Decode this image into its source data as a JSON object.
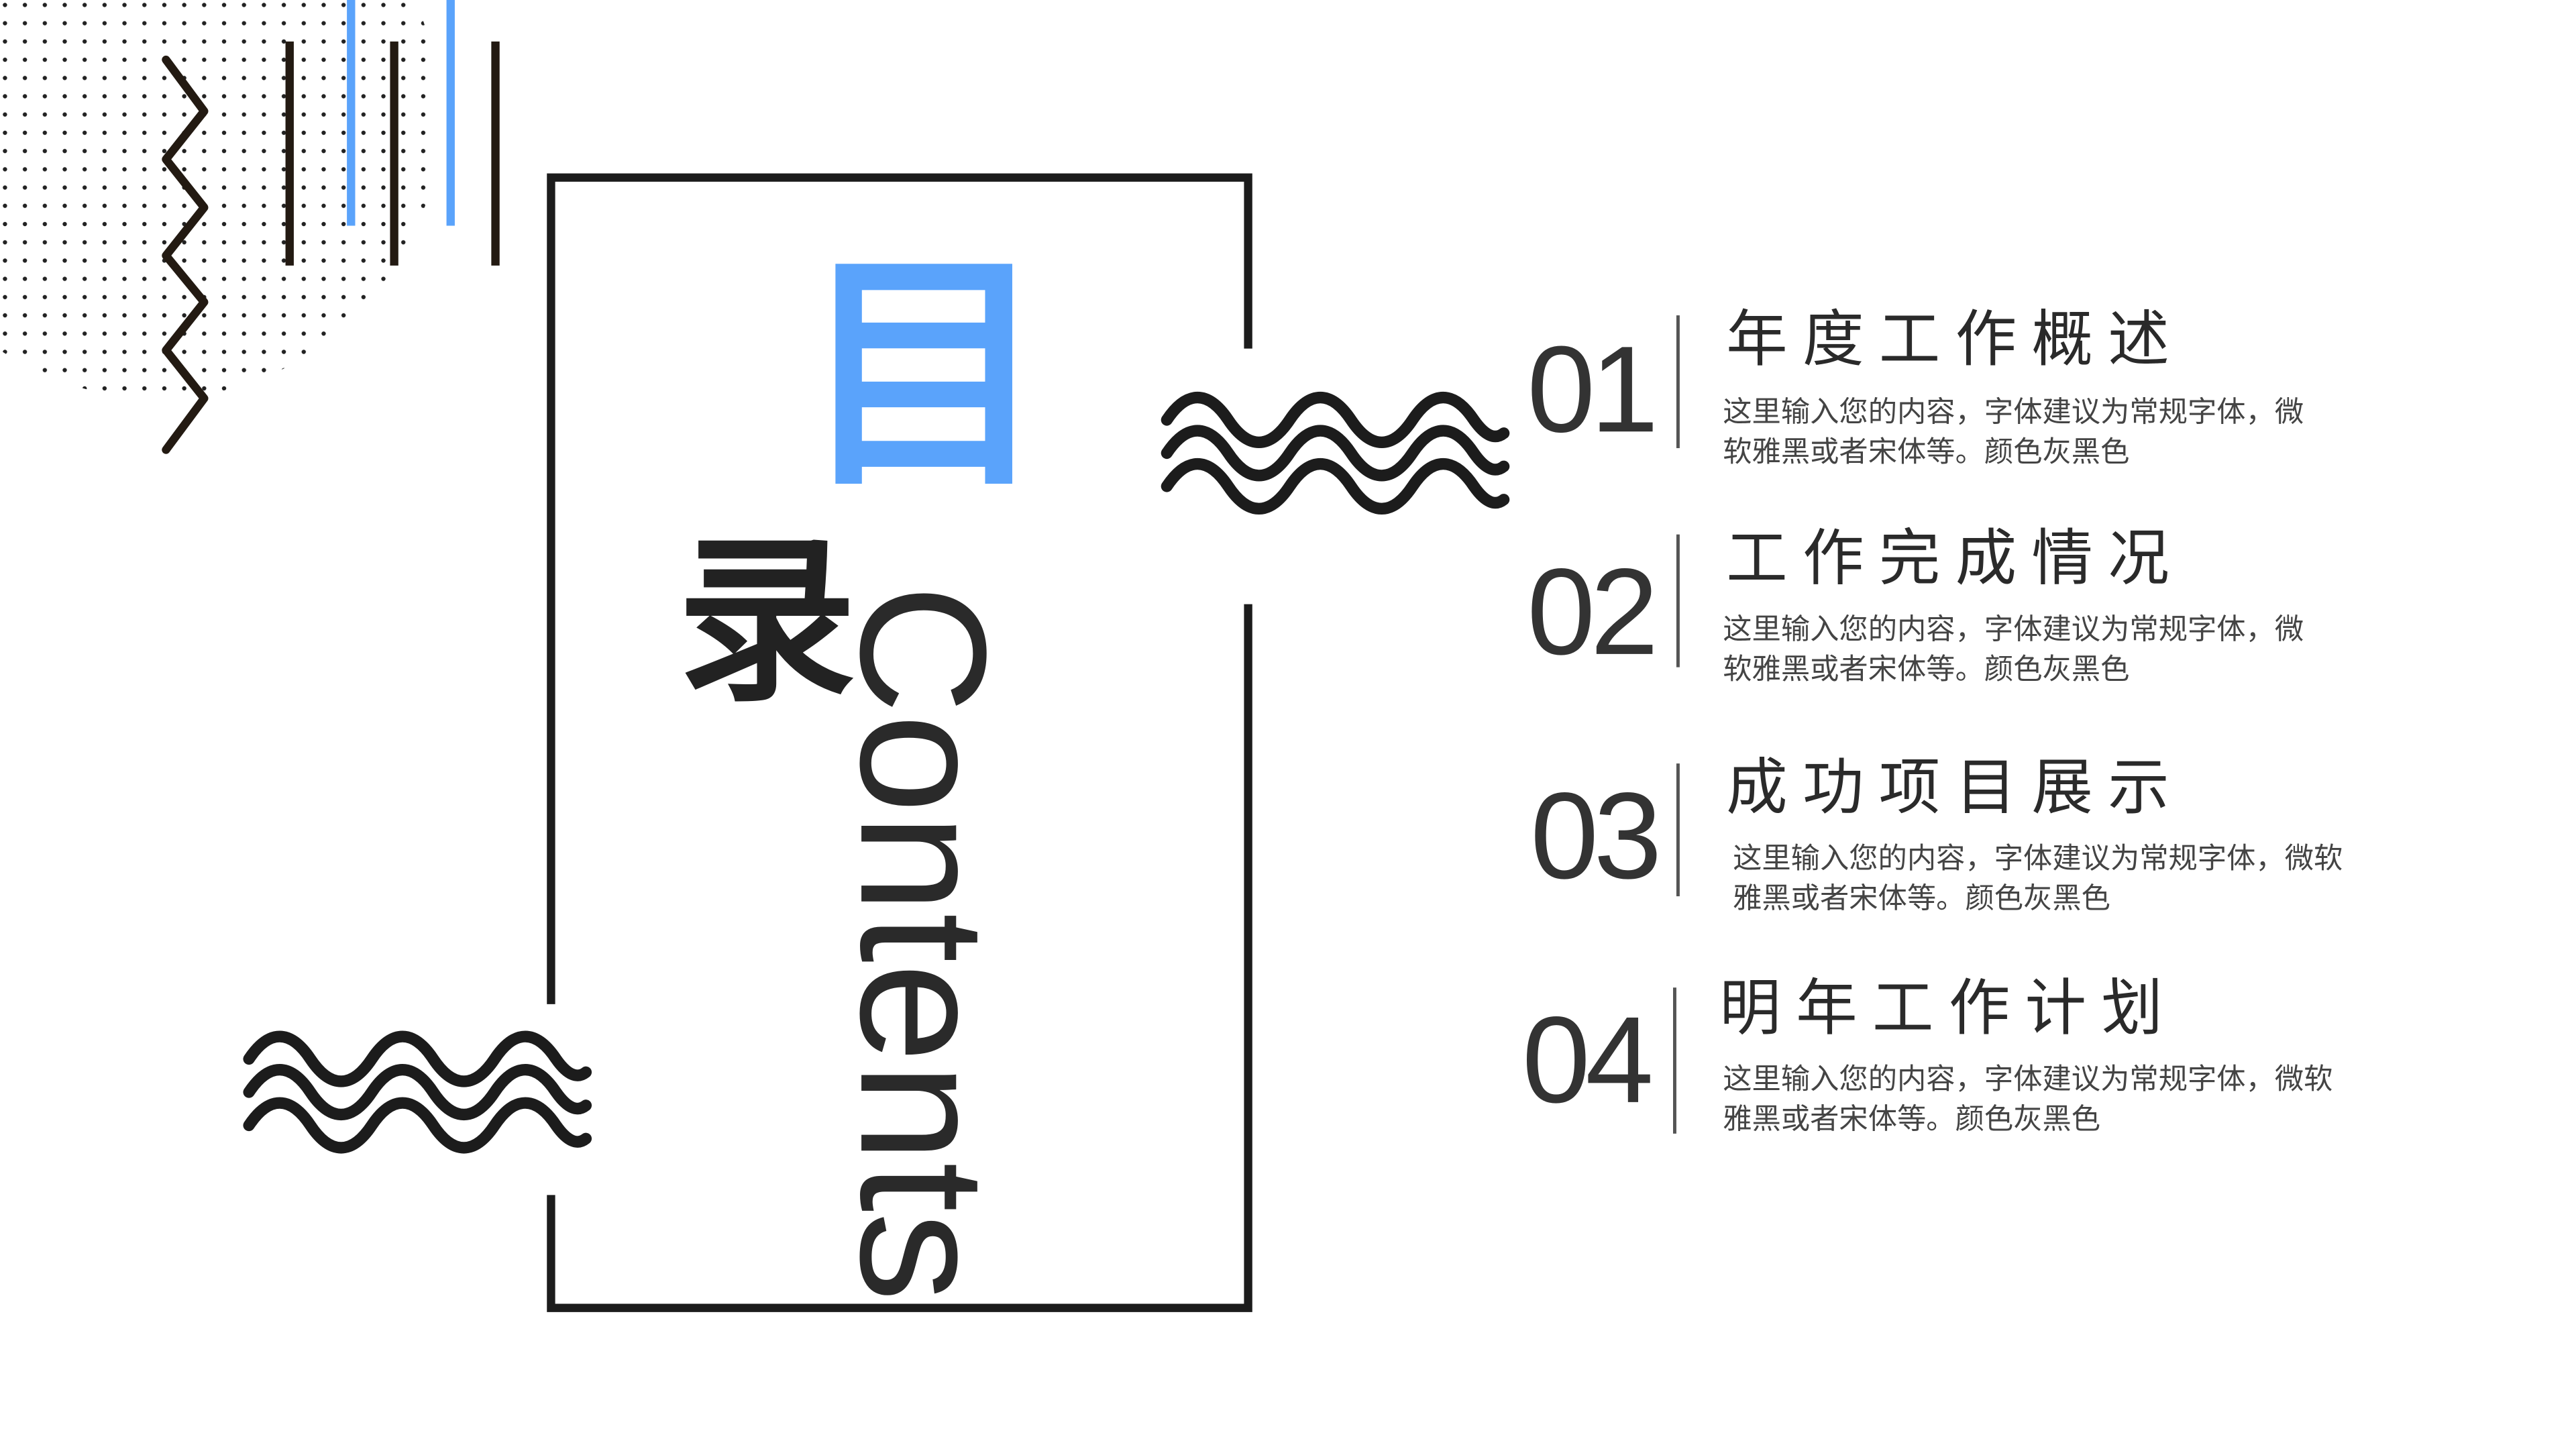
{
  "heading": {
    "char_top": "目",
    "char_bottom": "录",
    "english": "Contents"
  },
  "colors": {
    "accent": "#5aa3fb",
    "ink": "#231a12",
    "frame": "#1c1c1c"
  },
  "items": [
    {
      "number": "01",
      "title": "年度工作概述",
      "desc": "这里输入您的内容，字体建议为常规字体，微软雅黑或者宋体等。颜色灰黑色"
    },
    {
      "number": "02",
      "title": "工作完成情况",
      "desc": "这里输入您的内容，字体建议为常规字体，微软雅黑或者宋体等。颜色灰黑色"
    },
    {
      "number": "03",
      "title": "成功项目展示",
      "desc": "这里输入您的内容，字体建议为常规字体，微软雅黑或者宋体等。颜色灰黑色"
    },
    {
      "number": "04",
      "title": "明年工作计划",
      "desc": "这里输入您的内容，字体建议为常规字体，微软雅黑或者宋体等。颜色灰黑色"
    }
  ]
}
